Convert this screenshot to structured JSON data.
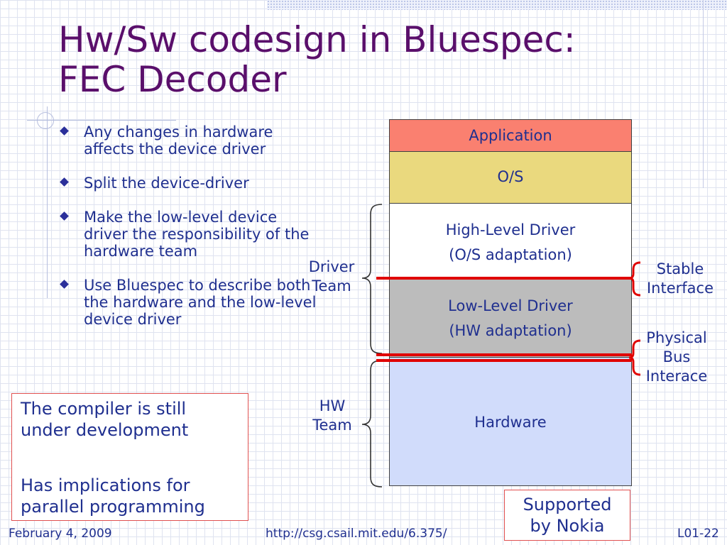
{
  "slide": {
    "title_line1": "Hw/Sw codesign in Bluespec:",
    "title_line2": "FEC Decoder",
    "bullets": [
      "Any changes in hardware affects the device driver",
      "Split the device-driver",
      "Make the low-level device driver the responsibility of the hardware team",
      "Use Bluespec to describe both the hardware and the low-level device driver"
    ],
    "note_box": {
      "line1": "The compiler is still under development",
      "line2": "Has implications for parallel programming"
    },
    "layers": {
      "application": "Application",
      "os": "O/S",
      "high_level_1": "High-Level Driver",
      "high_level_2": "(O/S adaptation)",
      "low_level_1": "Low-Level Driver",
      "low_level_2": "(HW adaptation)",
      "hardware": "Hardware"
    },
    "labels": {
      "driver_team_1": "Driver",
      "driver_team_2": "Team",
      "hw_team_1": "HW",
      "hw_team_2": "Team",
      "stable_1": "Stable",
      "stable_2": "Interface",
      "bus_1": "Physical",
      "bus_2": "Bus",
      "bus_3": "Interace"
    },
    "sponsor_1": "Supported",
    "sponsor_2": "by Nokia",
    "footer": {
      "date": "February 4, 2009",
      "url": "http://csg.csail.mit.edu/6.375/",
      "slide_id": "L01-22"
    },
    "colors": {
      "title": "#5a0f6b",
      "text": "#1f2f8f",
      "application": "#fa8070",
      "os": "#ead97e",
      "low_level": "#bcbcbc",
      "hardware": "#d1dcfb",
      "interface_line": "#e00000"
    }
  }
}
